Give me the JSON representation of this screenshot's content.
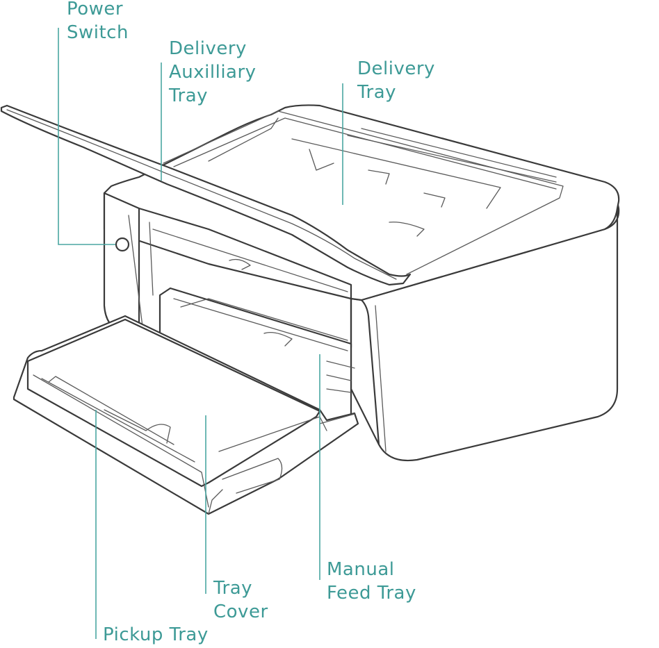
{
  "labels": {
    "power_switch": [
      "Power",
      "Switch"
    ],
    "delivery_auxiliary_tray": [
      "Delivery",
      "Auxilliary",
      "Tray"
    ],
    "delivery_tray": [
      "Delivery",
      "Tray"
    ],
    "manual_feed_tray": [
      "Manual",
      "Feed Tray"
    ],
    "tray_cover": [
      "Tray",
      "Cover"
    ],
    "pickup_tray": [
      "Pickup Tray"
    ]
  },
  "colors": {
    "label_text": "#3d9a96",
    "leader_line": "#4aa6a2",
    "drawing_line": "#3a3a3a",
    "background": "#ffffff"
  }
}
